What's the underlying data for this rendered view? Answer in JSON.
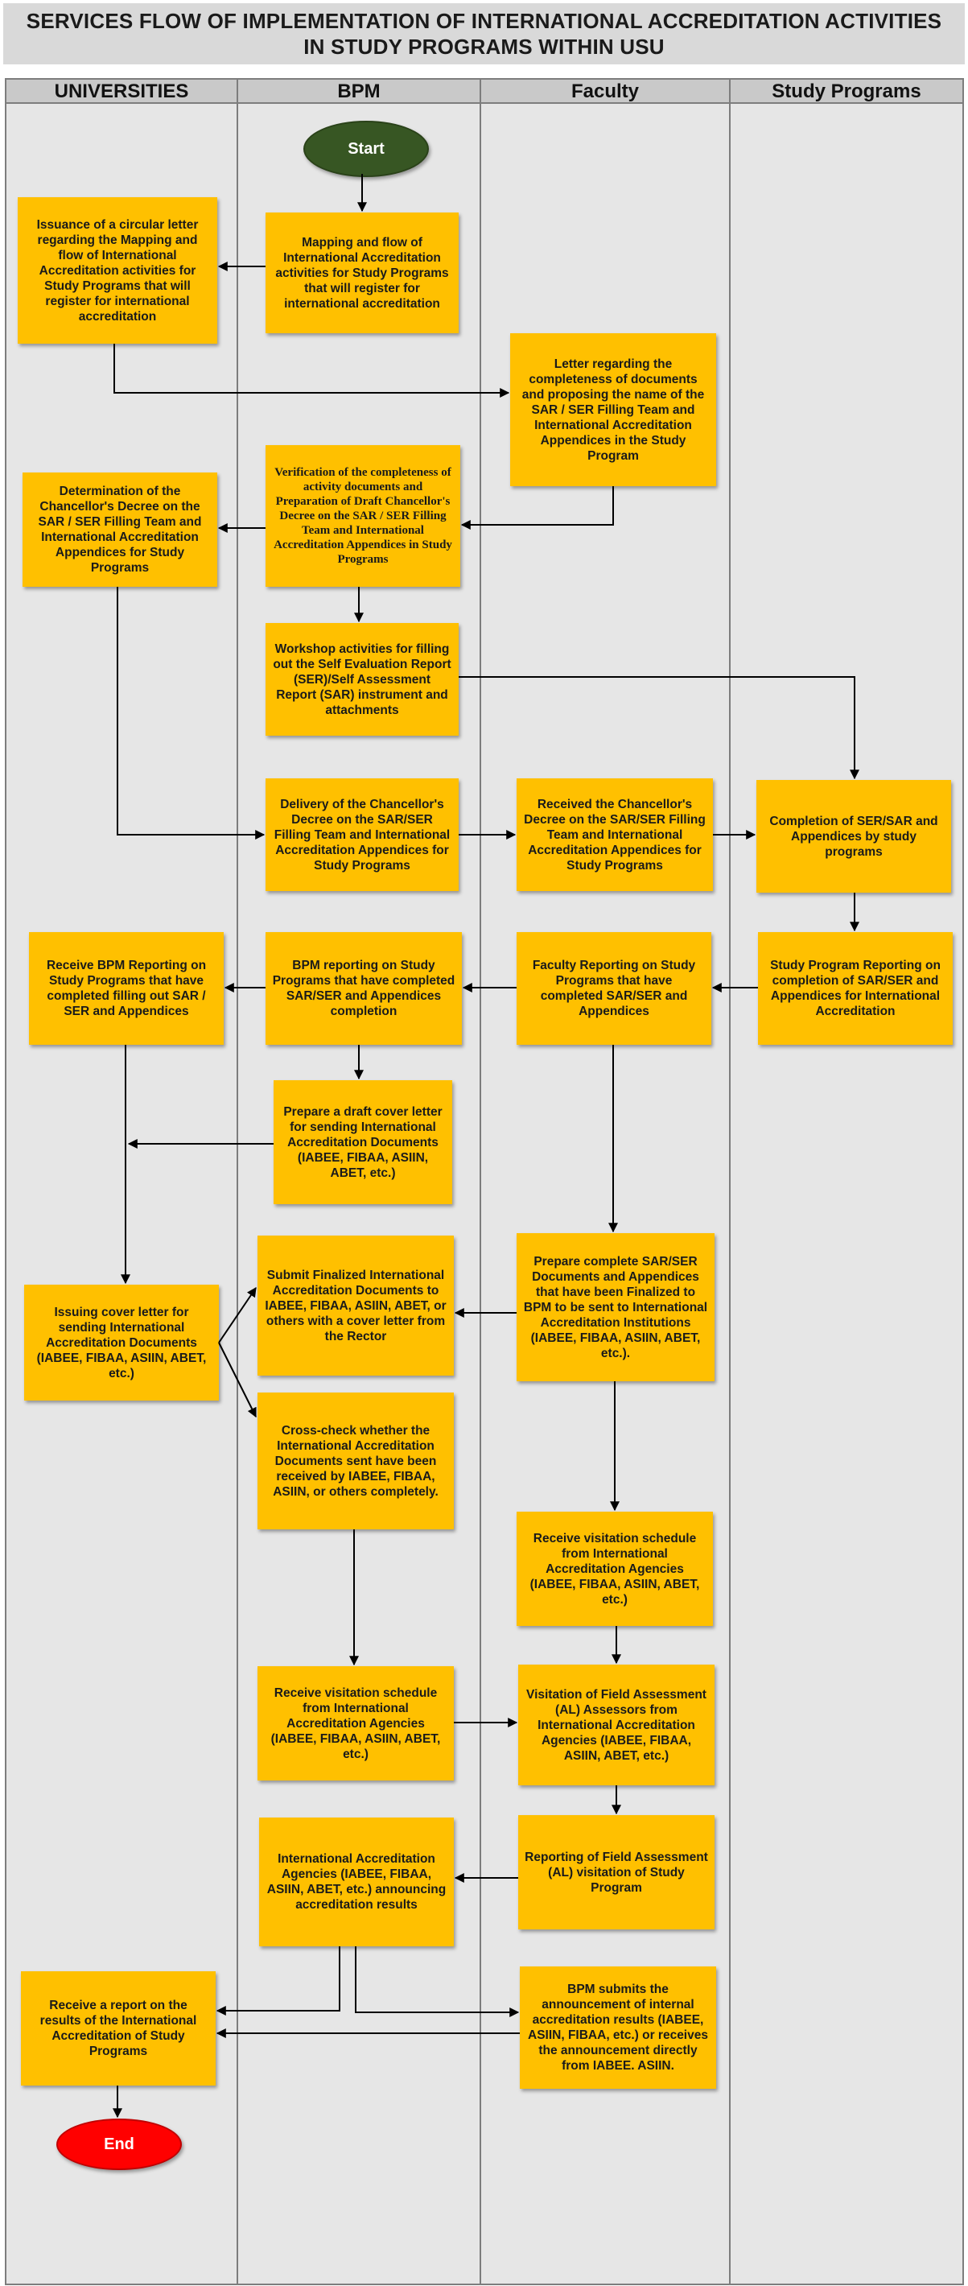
{
  "title": {
    "line1": "SERVICES FLOW OF IMPLEMENTATION OF INTERNATIONAL ACCREDITATION ACTIVITIES",
    "line2": "IN STUDY PROGRAMS WITHIN USU"
  },
  "lanes": [
    "UNIVERSITIES",
    "BPM",
    "Faculty",
    "Study Programs"
  ],
  "terminals": {
    "start": "Start",
    "end": "End"
  },
  "colors": {
    "box": "#ffc000",
    "start": "#375623",
    "end": "#ff0000"
  },
  "steps": {
    "bpm_mapping": "Mapping and flow of International Accreditation activities for Study Programs that will register for international accreditation",
    "uni_circular": "Issuance of a circular letter regarding the Mapping and flow of International Accreditation activities for Study Programs that will register for international accreditation",
    "fac_letter": "Letter regarding the completeness of documents and proposing the name of the SAR / SER Filling Team and International Accreditation Appendices in the Study Program",
    "bpm_verification": "Verification of the completeness of activity documents and Preparation of Draft Chancellor's Decree on the SAR / SER Filling Team and International Accreditation Appendices in Study Programs",
    "uni_determination": "Determination of the Chancellor's Decree on the SAR / SER Filling Team and International Accreditation Appendices for Study Programs",
    "bpm_workshop": "Workshop activities for filling out the Self Evaluation Report (SER)/Self Assessment Report (SAR) instrument and attachments",
    "bpm_delivery": "Delivery of the Chancellor's Decree on the SAR/SER Filling Team and International Accreditation Appendices for Study Programs",
    "fac_received": "Received the Chancellor's Decree on the SAR/SER Filling Team and International Accreditation Appendices for Study Programs",
    "sp_completion": "Completion of SER/SAR and Appendices by study programs",
    "sp_reporting": "Study Program Reporting on completion of SAR/SER and Appendices for International Accreditation",
    "fac_reporting": "Faculty Reporting on Study Programs that have completed SAR/SER and Appendices",
    "bpm_reporting": "BPM reporting on Study Programs that have completed SAR/SER and Appendices completion",
    "uni_receive_bpm": "Receive BPM Reporting on Study Programs that have completed filling out SAR / SER and Appendices",
    "bpm_draft_cover": "Prepare a draft cover letter for sending International Accreditation Documents (IABEE, FIBAA, ASIIN, ABET, etc.)",
    "fac_prepare": "Prepare complete SAR/SER Documents and Appendices that have been Finalized to BPM to be sent to International Accreditation Institutions (IABEE, FIBAA, ASIIN, ABET, etc.).",
    "bpm_submit": "Submit Finalized International Accreditation Documents to IABEE, FIBAA, ASIIN, ABET, or others with a cover letter from the Rector",
    "uni_cover": "Issuing cover letter for sending International Accreditation Documents (IABEE, FIBAA, ASIIN, ABET, etc.)",
    "bpm_crosscheck": "Cross-check whether the International Accreditation Documents sent have been received by IABEE, FIBAA, ASIIN, or others completely.",
    "fac_schedule": "Receive visitation schedule from International Accreditation Agencies (IABEE, FIBAA, ASIIN, ABET, etc.)",
    "bpm_schedule": "Receive visitation schedule from International Accreditation Agencies (IABEE, FIBAA, ASIIN, ABET, etc.)",
    "fac_visitation": "Visitation of Field Assessment (AL) Assessors from International Accreditation Agencies (IABEE, FIBAA, ASIIN, ABET, etc.)",
    "fac_report_visit": "Reporting of Field Assessment (AL) visitation of Study Program",
    "bpm_announce": "International Accreditation Agencies (IABEE, FIBAA, ASIIN, ABET, etc.) announcing accreditation results",
    "fac_bpm_submits": "BPM submits the announcement of internal accreditation results (IABEE, ASIIN, FIBAA, etc.) or receives the announcement directly from IABEE. ASIIN.",
    "uni_receive_report": "Receive a report on the results of the International Accreditation of Study Programs"
  }
}
